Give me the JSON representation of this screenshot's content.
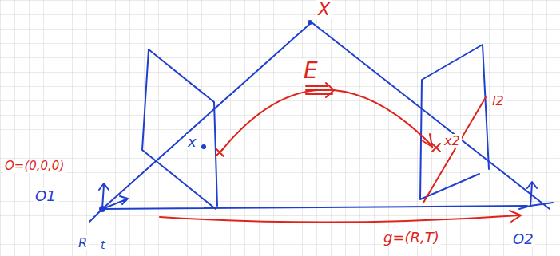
{
  "diagram": {
    "labels": [
      "X",
      "x",
      "E",
      "x2",
      "l2",
      "O=(0,0,0)",
      "O1",
      "g=(R,T)",
      "O2",
      "R",
      "t"
    ]
  }
}
